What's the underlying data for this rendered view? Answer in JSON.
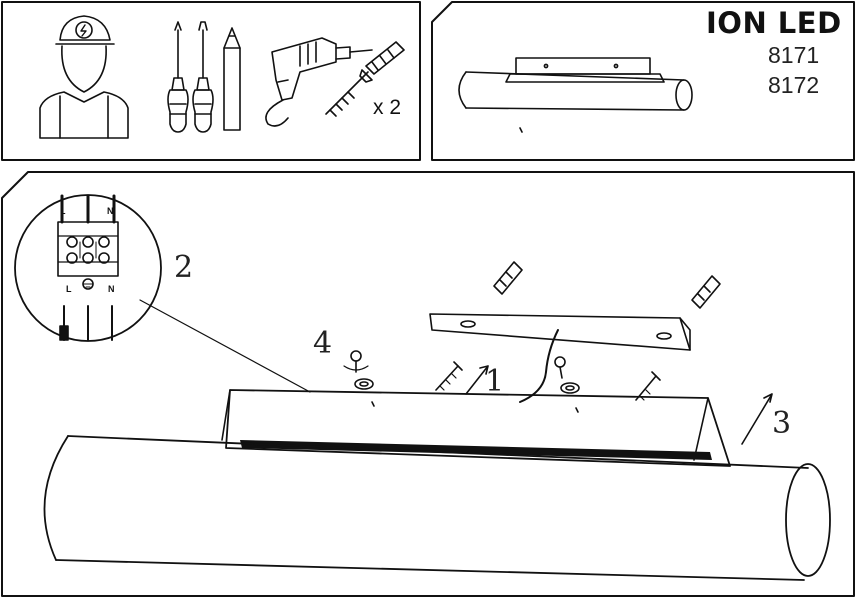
{
  "header": {
    "product_name": "ION LED",
    "model_numbers": [
      "8171",
      "8172"
    ]
  },
  "tools": {
    "anchor_quantity": "x 2",
    "icons": [
      "electrician-icon",
      "phillips-screwdriver-icon",
      "flat-screwdriver-icon",
      "pencil-icon",
      "drill-icon",
      "wall-plug-icon",
      "screw-icon"
    ]
  },
  "terminal_labels": {
    "top": [
      "L",
      "N"
    ],
    "bottom": [
      "L",
      "N"
    ]
  },
  "steps": [
    "1",
    "2",
    "3",
    "4"
  ]
}
